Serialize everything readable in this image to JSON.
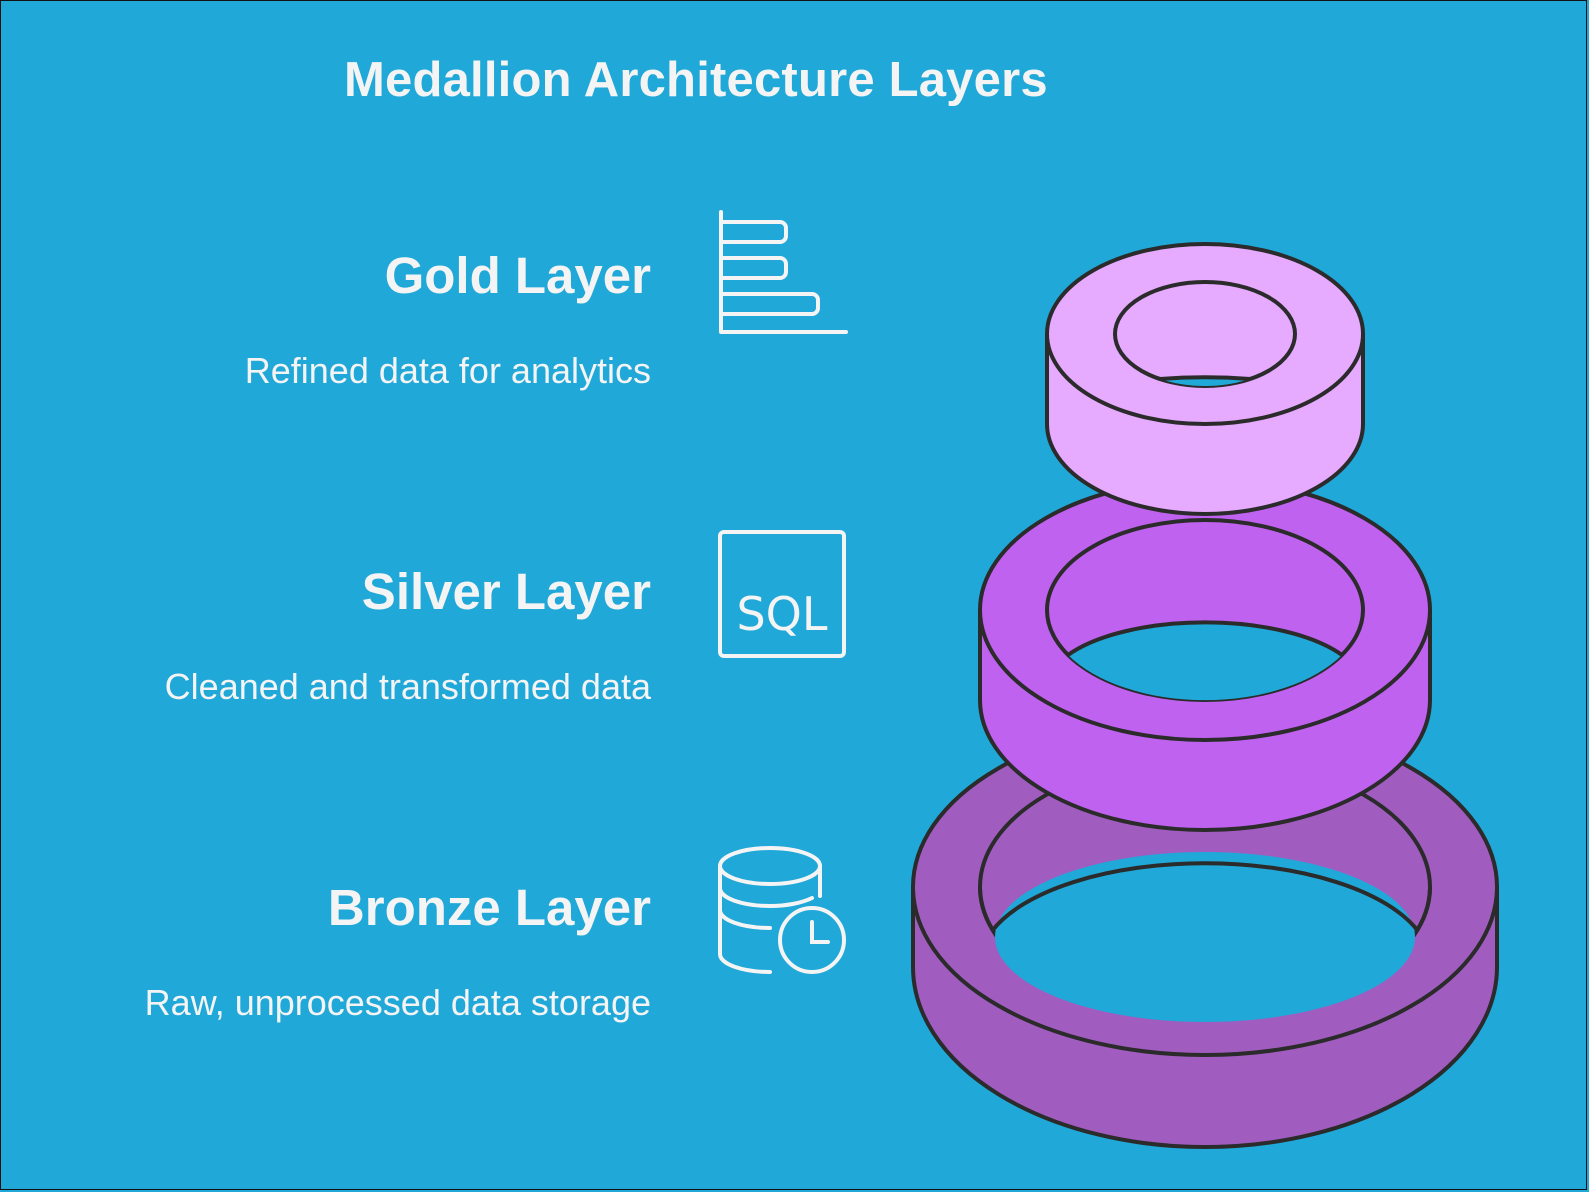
{
  "title": "Medallion Architecture Layers",
  "colors": {
    "background": "#20a8d8",
    "text": "#f4f4f4",
    "gold_ring": "#e6aaff",
    "silver_ring": "#c062f0",
    "bronze_ring": "#a05dbf",
    "outline": "#2b2b2b"
  },
  "layers": [
    {
      "name": "Gold Layer",
      "description": "Refined data for analytics",
      "icon": "bar-chart-icon"
    },
    {
      "name": "Silver Layer",
      "description": "Cleaned and transformed data",
      "icon": "sql-icon",
      "icon_text": "SQL"
    },
    {
      "name": "Bronze Layer",
      "description": "Raw, unprocessed data storage",
      "icon": "database-clock-icon"
    }
  ]
}
